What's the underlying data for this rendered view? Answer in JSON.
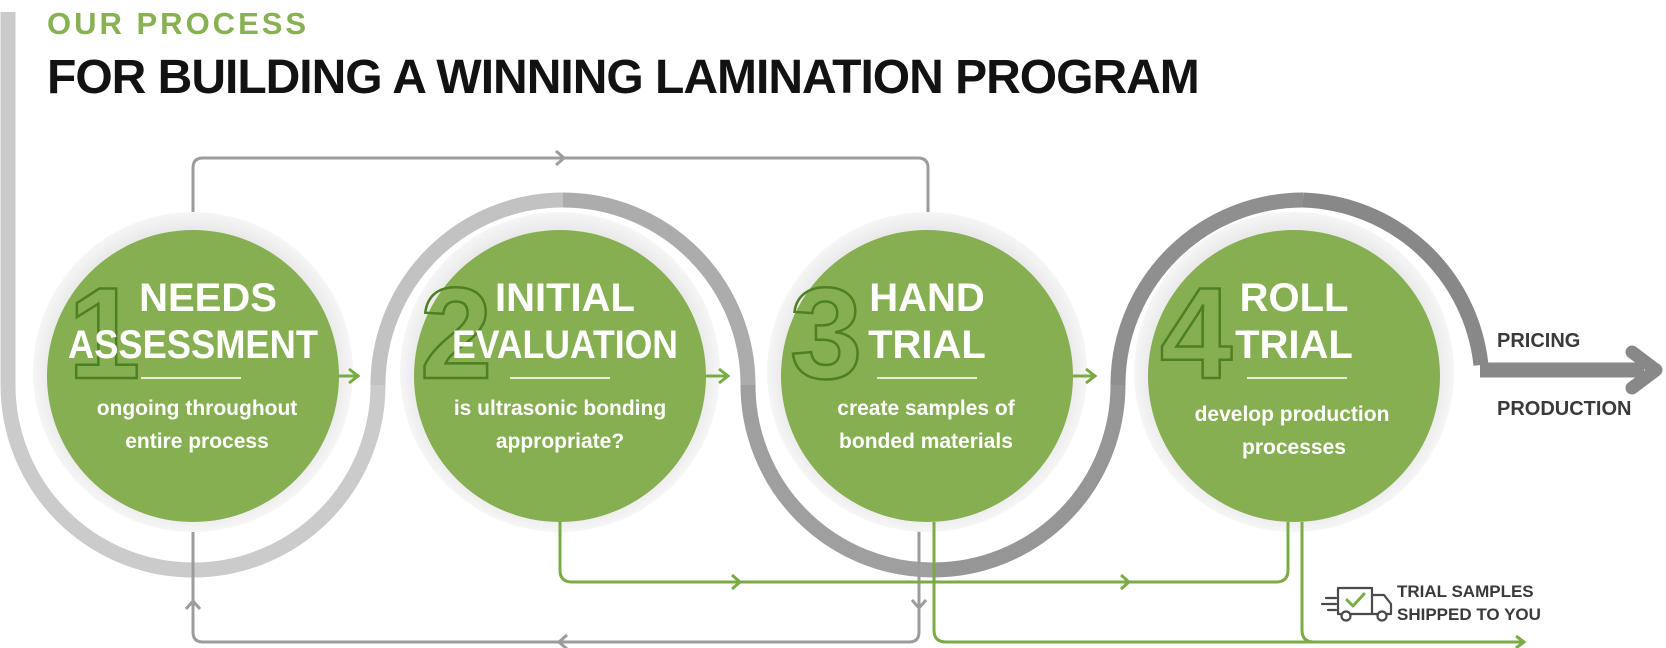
{
  "header": {
    "kicker": "OUR PROCESS",
    "title": "FOR BUILDING A WINNING LAMINATION PROGRAM"
  },
  "steps": [
    {
      "number": "1",
      "title_lines": [
        "NEEDS",
        "ASSESSMENT"
      ],
      "desc_lines": [
        "ongoing throughout",
        "entire process"
      ]
    },
    {
      "number": "2",
      "title_lines": [
        "INITIAL",
        "EVALUATION"
      ],
      "desc_lines": [
        "is ultrasonic bonding",
        "appropriate?"
      ]
    },
    {
      "number": "3",
      "title_lines": [
        "HAND",
        "TRIAL"
      ],
      "desc_lines": [
        "create samples of",
        "bonded materials"
      ]
    },
    {
      "number": "4",
      "title_lines": [
        "ROLL",
        "TRIAL"
      ],
      "desc_lines": [
        "develop production",
        "processes"
      ]
    }
  ],
  "outcome": {
    "above_arrow": "PRICING",
    "below_arrow": "PRODUCTION"
  },
  "shipping": {
    "icon": "delivery-truck-check-icon",
    "line1": "TRIAL SAMPLES",
    "line2": "SHIPPED TO YOU"
  },
  "colors": {
    "green": "#86af52",
    "green_line": "#7aab45",
    "gray_light": "#cbcbcb",
    "gray_mid": "#a9a9a9",
    "gray_dark": "#8a8a8a",
    "title": "#121212"
  }
}
